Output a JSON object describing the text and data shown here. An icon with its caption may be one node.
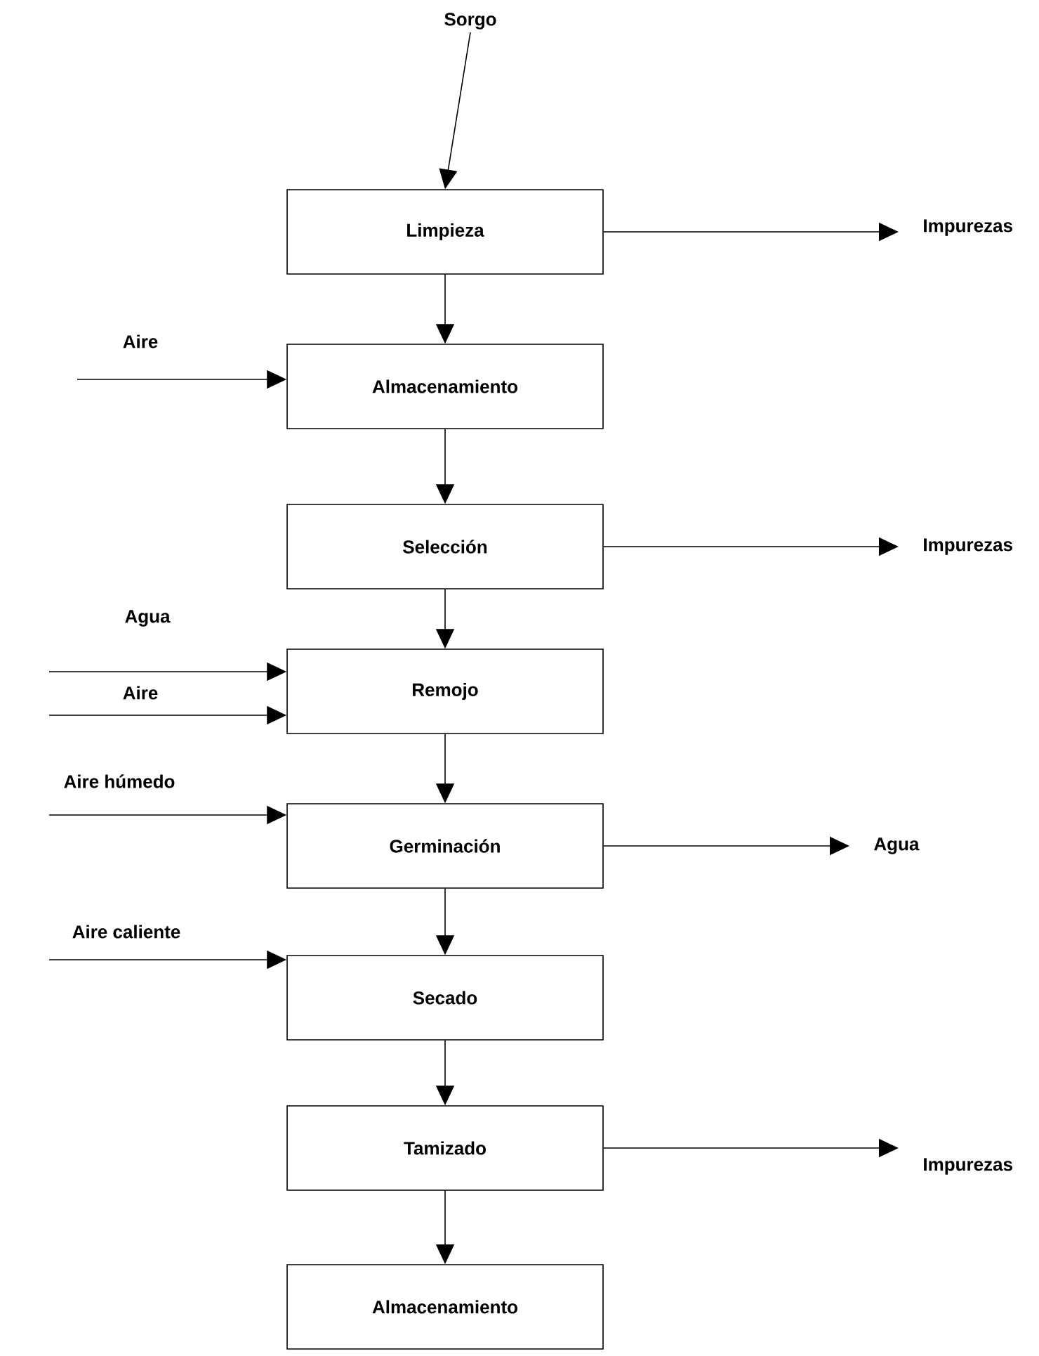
{
  "diagram": {
    "nodes": [
      {
        "text": [
          "Sorgo"
        ]
      },
      {
        "text": [
          "Limpieza"
        ]
      },
      {
        "text": [
          "Impurezas"
        ]
      },
      {
        "text": [
          "Almacenamiento"
        ]
      },
      {
        "text": [
          "Selección"
        ]
      },
      {
        "text": [
          "Impurezas"
        ]
      },
      {
        "text": [
          "Remojo"
        ]
      },
      {
        "text": [
          "Germinación"
        ]
      },
      {
        "text": [
          "Agua"
        ]
      },
      {
        "text": [
          "Secado"
        ]
      },
      {
        "text": [
          "Tamizado"
        ]
      },
      {
        "text": [
          "Impurezas"
        ]
      },
      {
        "text": [
          "Almacenamiento"
        ]
      }
    ],
    "edges": [
      {
        "from": 0,
        "to": 1,
        "arrow": "to"
      },
      {
        "from": 1,
        "to": 2,
        "arrow": "to"
      },
      {
        "from": 1,
        "to": 3,
        "arrow": "to"
      },
      {
        "from": null,
        "to": 3,
        "arrow": "to",
        "label": "Aire"
      },
      {
        "from": 3,
        "to": 4,
        "arrow": "to"
      },
      {
        "from": 4,
        "to": 5,
        "arrow": "to"
      },
      {
        "from": 4,
        "to": 6,
        "arrow": "to"
      },
      {
        "from": null,
        "to": 6,
        "arrow": "to",
        "label": "Agua"
      },
      {
        "from": null,
        "to": 6,
        "arrow": "to",
        "label": "Aire"
      },
      {
        "from": 6,
        "to": 7,
        "arrow": "to"
      },
      {
        "from": null,
        "to": 7,
        "arrow": "to",
        "label": "Aire húmedo"
      },
      {
        "from": 7,
        "to": 8,
        "arrow": "to"
      },
      {
        "from": 7,
        "to": 9,
        "arrow": "to"
      },
      {
        "from": null,
        "to": 9,
        "arrow": "to",
        "label": "Aire caliente"
      },
      {
        "from": 9,
        "to": 10,
        "arrow": "to"
      },
      {
        "from": 10,
        "to": 11,
        "arrow": "to"
      },
      {
        "from": 10,
        "to": 12,
        "arrow": "to"
      }
    ]
  }
}
